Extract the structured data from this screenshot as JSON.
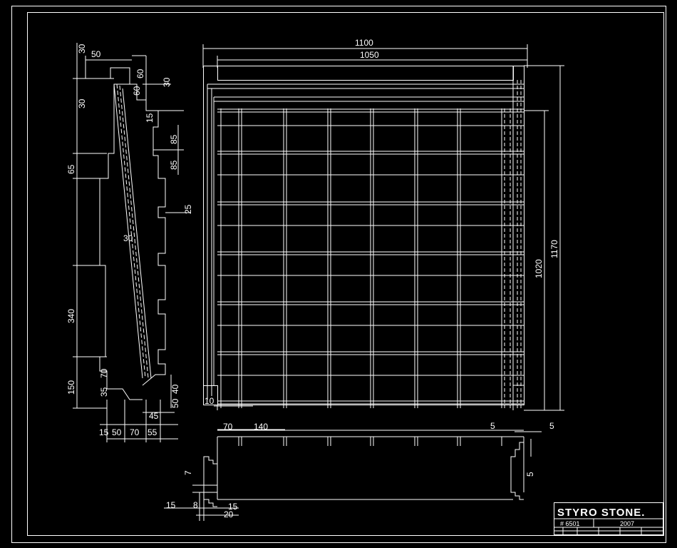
{
  "drawing": {
    "background": "#000000",
    "line_color": "#ffffff",
    "front_view": {
      "width_labels": [
        "1100",
        "1050"
      ],
      "height_labels": [
        "1170",
        "1020"
      ],
      "bottom_offset_label": "10"
    },
    "side_profile": {
      "top_labels": [
        "30",
        "50",
        "60",
        "60",
        "30",
        "30"
      ],
      "step_labels": [
        "15",
        "85",
        "85",
        "65",
        "25",
        "30",
        "340",
        "150",
        "70",
        "35"
      ],
      "bottom_labels": [
        "40",
        "50",
        "45",
        "15",
        "50",
        "70",
        "55"
      ]
    },
    "bottom_section": {
      "top_labels": [
        "70",
        "140",
        "5",
        "5"
      ],
      "side_labels": [
        "7",
        "8",
        "15",
        "15",
        "20",
        "5"
      ]
    },
    "title_block": {
      "brand": "STYRO STONE.",
      "code": "# 6501",
      "year": "2007"
    }
  }
}
